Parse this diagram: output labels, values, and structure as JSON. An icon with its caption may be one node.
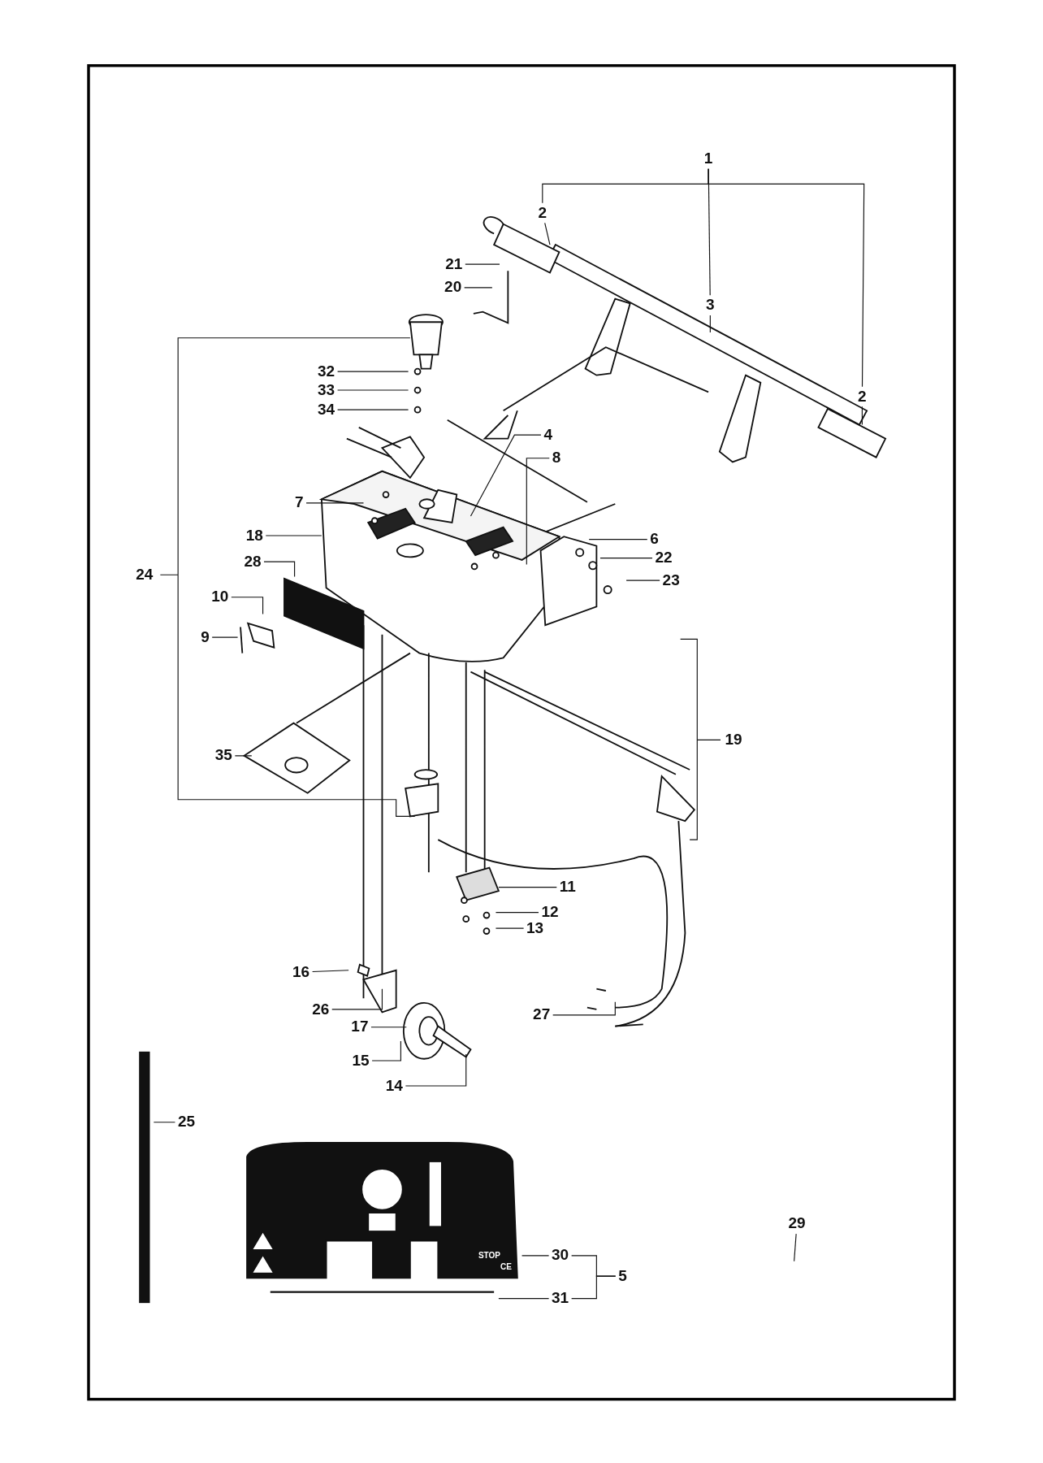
{
  "diagram": {
    "nodes": [
      {
        "text": [
          "1"
        ]
      },
      {
        "text": [
          "2"
        ]
      },
      {
        "text": [
          "21"
        ]
      },
      {
        "text": [
          "20"
        ]
      },
      {
        "text": [
          "3"
        ]
      },
      {
        "text": [
          "2"
        ]
      },
      {
        "text": [
          "32"
        ]
      },
      {
        "text": [
          "33"
        ]
      },
      {
        "text": [
          "34"
        ]
      },
      {
        "text": [
          "4"
        ]
      },
      {
        "text": [
          "8"
        ]
      },
      {
        "text": [
          "7"
        ]
      },
      {
        "text": [
          "18"
        ]
      },
      {
        "text": [
          "6"
        ]
      },
      {
        "text": [
          "22"
        ]
      },
      {
        "text": [
          "23"
        ]
      },
      {
        "text": [
          "24"
        ]
      },
      {
        "text": [
          "28"
        ]
      },
      {
        "text": [
          "10"
        ]
      },
      {
        "text": [
          "9"
        ]
      },
      {
        "text": [
          "19"
        ]
      },
      {
        "text": [
          "35"
        ]
      },
      {
        "text": [
          "11"
        ]
      },
      {
        "text": [
          "12"
        ]
      },
      {
        "text": [
          "13"
        ]
      },
      {
        "text": [
          "16"
        ]
      },
      {
        "text": [
          "26"
        ]
      },
      {
        "text": [
          "27"
        ]
      },
      {
        "text": [
          "17"
        ]
      },
      {
        "text": [
          "15"
        ]
      },
      {
        "text": [
          "14"
        ]
      },
      {
        "text": [
          "25"
        ]
      },
      {
        "text": [
          "29"
        ]
      },
      {
        "text": [
          "30"
        ]
      },
      {
        "text": [
          "5"
        ]
      },
      {
        "text": [
          "31"
        ]
      }
    ],
    "edges": [
      {
        "from": 0,
        "to": 1,
        "arrow": "none"
      },
      {
        "from": 0,
        "to": 4,
        "arrow": "none"
      },
      {
        "from": 0,
        "to": 5,
        "arrow": "none"
      },
      {
        "from": 1,
        "to": null,
        "arrow": "none"
      },
      {
        "from": 4,
        "to": null,
        "arrow": "none"
      },
      {
        "from": 5,
        "to": null,
        "arrow": "none"
      },
      {
        "from": 2,
        "to": null,
        "arrow": "none"
      },
      {
        "from": 3,
        "to": null,
        "arrow": "none"
      },
      {
        "from": 6,
        "to": null,
        "arrow": "none"
      },
      {
        "from": 7,
        "to": null,
        "arrow": "none"
      },
      {
        "from": 8,
        "to": null,
        "arrow": "none"
      },
      {
        "from": 9,
        "to": null,
        "arrow": "none"
      },
      {
        "from": 10,
        "to": null,
        "arrow": "none"
      },
      {
        "from": 11,
        "to": null,
        "arrow": "none"
      },
      {
        "from": 12,
        "to": null,
        "arrow": "none"
      },
      {
        "from": 13,
        "to": null,
        "arrow": "none"
      },
      {
        "from": 14,
        "to": null,
        "arrow": "none"
      },
      {
        "from": 15,
        "to": null,
        "arrow": "none"
      },
      {
        "from": 17,
        "to": null,
        "arrow": "none"
      },
      {
        "from": 18,
        "to": null,
        "arrow": "none"
      },
      {
        "from": 19,
        "to": null,
        "arrow": "none"
      },
      {
        "from": 21,
        "to": null,
        "arrow": "none"
      },
      {
        "from": 22,
        "to": null,
        "arrow": "none"
      },
      {
        "from": 23,
        "to": null,
        "arrow": "none"
      },
      {
        "from": 24,
        "to": null,
        "arrow": "none"
      },
      {
        "from": 25,
        "to": null,
        "arrow": "none"
      },
      {
        "from": 26,
        "to": null,
        "arrow": "none"
      },
      {
        "from": 27,
        "to": null,
        "arrow": "none"
      },
      {
        "from": 28,
        "to": null,
        "arrow": "none"
      },
      {
        "from": 29,
        "to": null,
        "arrow": "none"
      },
      {
        "from": 30,
        "to": null,
        "arrow": "none"
      },
      {
        "from": 31,
        "to": null,
        "arrow": "none"
      },
      {
        "from": 32,
        "to": null,
        "arrow": "none"
      },
      {
        "from": 34,
        "to": 33,
        "arrow": "none"
      },
      {
        "from": 34,
        "to": 35,
        "arrow": "none"
      },
      {
        "from": 33,
        "to": null,
        "arrow": "none"
      },
      {
        "from": 35,
        "to": null,
        "arrow": "none"
      }
    ],
    "labels": [
      "STOP",
      "CE"
    ]
  }
}
